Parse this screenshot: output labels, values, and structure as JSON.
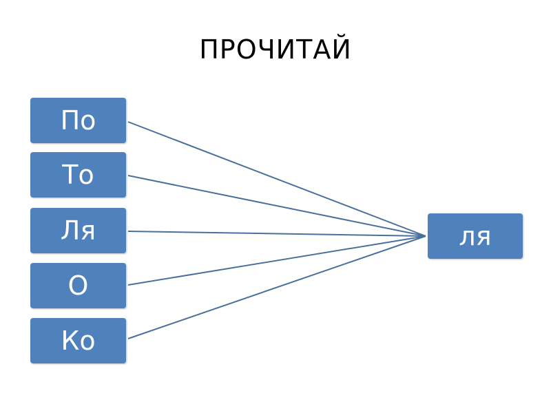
{
  "title": "ПРОЧИТАЙ",
  "colors": {
    "box_fill": "#4f81bd",
    "line": "#4a6f9d",
    "text": "#ffffff"
  },
  "syllables": [
    {
      "label": "По"
    },
    {
      "label": "То"
    },
    {
      "label": "Ля"
    },
    {
      "label": "О"
    },
    {
      "label": "Ко"
    }
  ],
  "target": {
    "label": "ля"
  }
}
